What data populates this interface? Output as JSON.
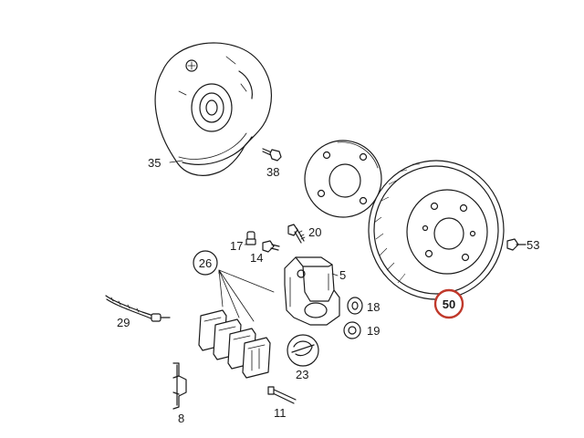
{
  "diagram": {
    "labels": {
      "p35": "35",
      "p38": "38",
      "p20": "20",
      "p17": "17",
      "p14": "14",
      "p26": "26",
      "p5": "5",
      "p18": "18",
      "p19": "19",
      "p23": "23",
      "p29": "29",
      "p8": "8",
      "p11": "11",
      "p50": "50",
      "p53": "53"
    },
    "highlighted_part": "50",
    "colors": {
      "line": "#1a1a1a",
      "background": "#ffffff",
      "highlight_ring": "#c0392b"
    }
  }
}
